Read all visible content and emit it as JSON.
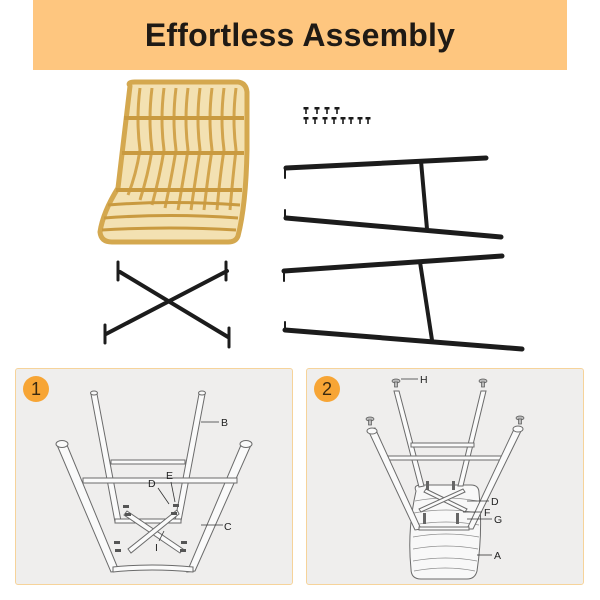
{
  "header": {
    "title": "Effortless Assembly",
    "background_color": "#fec67f"
  },
  "parts": {
    "items": [
      {
        "name": "woven seat",
        "color": "#d9b25e"
      },
      {
        "name": "screws",
        "count_top_row": 4,
        "count_bottom_row": 8
      },
      {
        "name": "leg frame B"
      },
      {
        "name": "leg frame C"
      },
      {
        "name": "cross brace"
      }
    ]
  },
  "steps": [
    {
      "number": "1",
      "labels": {
        "B": "B",
        "C": "C",
        "D": "D",
        "E": "E",
        "I": "I"
      }
    },
    {
      "number": "2",
      "labels": {
        "H": "H",
        "D": "D",
        "F": "F",
        "G": "G",
        "A": "A"
      }
    }
  ],
  "colors": {
    "panel_border": "#f6d39a",
    "panel_fill": "#efeeed",
    "badge": "#f7a535",
    "metal": "#1c1c1c",
    "rattan": "#d9b25e"
  }
}
